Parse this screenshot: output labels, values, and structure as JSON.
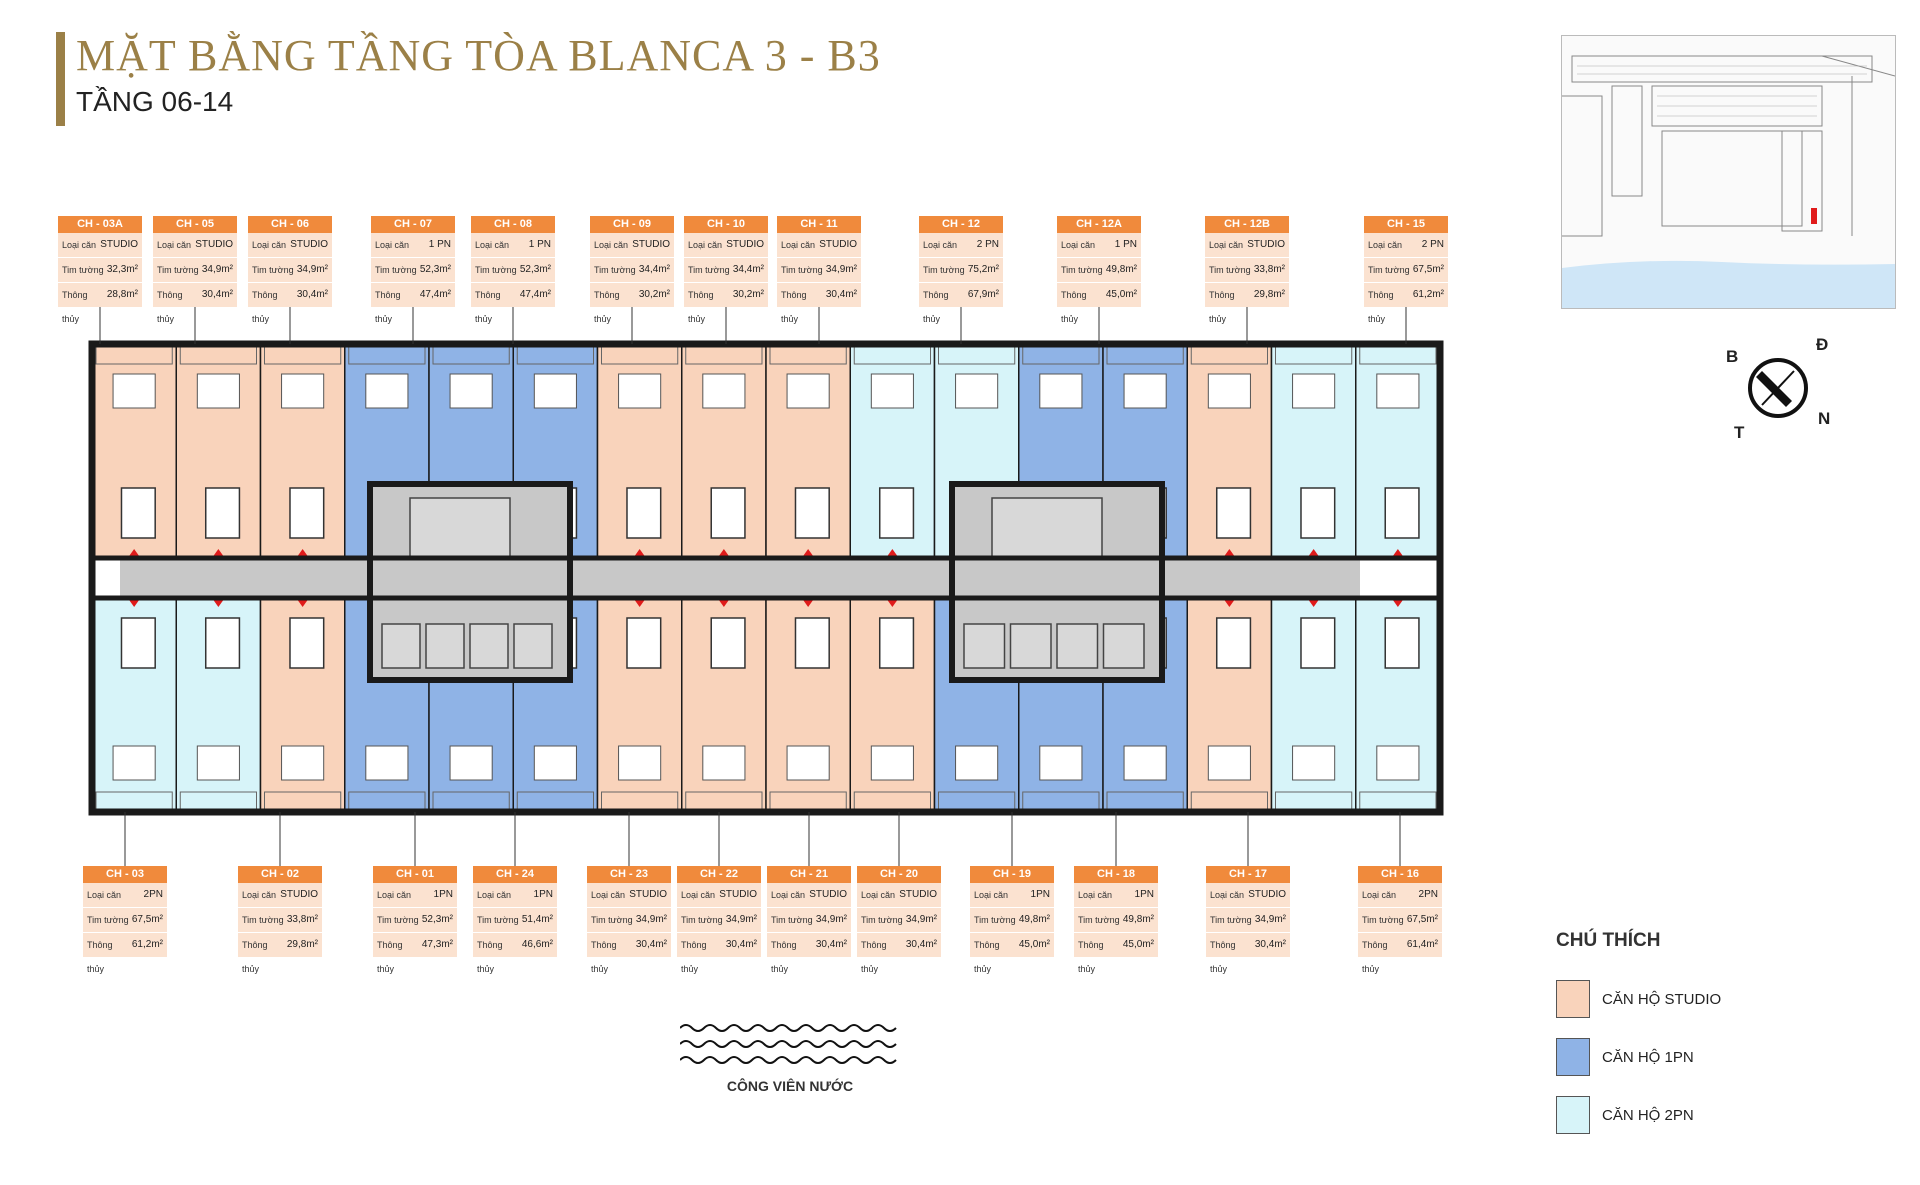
{
  "header": {
    "title": "MẶT BẰNG TẦNG TÒA BLANCA 3 - B3",
    "subtitle": "TẦNG 06-14"
  },
  "labels": {
    "loai_can": "Loại căn",
    "tim_tuong": "Tim tường",
    "thong_thuy": "Thông thủy"
  },
  "units_top": [
    {
      "code": "CH - 03A",
      "type": "STUDIO",
      "tim_tuong": "32,3m²",
      "thong_thuy": "28,8m²"
    },
    {
      "code": "CH - 05",
      "type": "STUDIO",
      "tim_tuong": "34,9m²",
      "thong_thuy": "30,4m²"
    },
    {
      "code": "CH - 06",
      "type": "STUDIO",
      "tim_tuong": "34,9m²",
      "thong_thuy": "30,4m²"
    },
    {
      "code": "CH - 07",
      "type": "1 PN",
      "tim_tuong": "52,3m²",
      "thong_thuy": "47,4m²"
    },
    {
      "code": "CH - 08",
      "type": "1 PN",
      "tim_tuong": "52,3m²",
      "thong_thuy": "47,4m²"
    },
    {
      "code": "CH - 09",
      "type": "STUDIO",
      "tim_tuong": "34,4m²",
      "thong_thuy": "30,2m²"
    },
    {
      "code": "CH - 10",
      "type": "STUDIO",
      "tim_tuong": "34,4m²",
      "thong_thuy": "30,2m²"
    },
    {
      "code": "CH - 11",
      "type": "STUDIO",
      "tim_tuong": "34,9m²",
      "thong_thuy": "30,4m²"
    },
    {
      "code": "CH - 12",
      "type": "2 PN",
      "tim_tuong": "75,2m²",
      "thong_thuy": "67,9m²"
    },
    {
      "code": "CH - 12A",
      "type": "1 PN",
      "tim_tuong": "49,8m²",
      "thong_thuy": "45,0m²"
    },
    {
      "code": "CH - 12B",
      "type": "STUDIO",
      "tim_tuong": "33,8m²",
      "thong_thuy": "29,8m²"
    },
    {
      "code": "CH - 15",
      "type": "2 PN",
      "tim_tuong": "67,5m²",
      "thong_thuy": "61,2m²"
    }
  ],
  "units_bottom": [
    {
      "code": "CH - 03",
      "type": "2PN",
      "tim_tuong": "67,5m²",
      "thong_thuy": "61,2m²"
    },
    {
      "code": "CH - 02",
      "type": "STUDIO",
      "tim_tuong": "33,8m²",
      "thong_thuy": "29,8m²"
    },
    {
      "code": "CH - 01",
      "type": "1PN",
      "tim_tuong": "52,3m²",
      "thong_thuy": "47,3m²"
    },
    {
      "code": "CH - 24",
      "type": "1PN",
      "tim_tuong": "51,4m²",
      "thong_thuy": "46,6m²"
    },
    {
      "code": "CH - 23",
      "type": "STUDIO",
      "tim_tuong": "34,9m²",
      "thong_thuy": "30,4m²"
    },
    {
      "code": "CH - 22",
      "type": "STUDIO",
      "tim_tuong": "34,9m²",
      "thong_thuy": "30,4m²"
    },
    {
      "code": "CH - 21",
      "type": "STUDIO",
      "tim_tuong": "34,9m²",
      "thong_thuy": "30,4m²"
    },
    {
      "code": "CH - 20",
      "type": "STUDIO",
      "tim_tuong": "34,9m²",
      "thong_thuy": "30,4m²"
    },
    {
      "code": "CH - 19",
      "type": "1PN",
      "tim_tuong": "49,8m²",
      "thong_thuy": "45,0m²"
    },
    {
      "code": "CH - 18",
      "type": "1PN",
      "tim_tuong": "49,8m²",
      "thong_thuy": "45,0m²"
    },
    {
      "code": "CH - 17",
      "type": "STUDIO",
      "tim_tuong": "34,9m²",
      "thong_thuy": "30,4m²"
    },
    {
      "code": "CH - 16",
      "type": "2PN",
      "tim_tuong": "67,5m²",
      "thong_thuy": "61,4m²"
    }
  ],
  "legend": {
    "title": "CHÚ THÍCH",
    "items": [
      {
        "label": "CĂN HỘ STUDIO",
        "color": "#f9d3bb"
      },
      {
        "label": "CĂN HỘ 1PN",
        "color": "#8fb3e6"
      },
      {
        "label": "CĂN HỘ 2PN",
        "color": "#d7f4f9"
      }
    ]
  },
  "park_label": "CÔNG VIÊN NƯỚC",
  "compass": {
    "n1": "B",
    "n2": "Đ",
    "n3": "T",
    "n4": "N"
  },
  "colors": {
    "studio": "#f9d3bb",
    "one_bed": "#8fb3e6",
    "two_bed": "#d7f4f9",
    "corridor": "#c8c8c8",
    "card_header": "#f08a3c",
    "card_body": "#fbe2d0",
    "title": "#9b8047",
    "wall": "#1a1a1a"
  },
  "plan": {
    "top_row_types": [
      "studio",
      "studio",
      "studio",
      "one_bed",
      "one_bed",
      "one_bed",
      "studio",
      "studio",
      "studio",
      "two_bed",
      "two_bed",
      "one_bed",
      "one_bed",
      "studio",
      "two_bed",
      "two_bed"
    ],
    "bottom_row_types": [
      "two_bed",
      "two_bed",
      "studio",
      "one_bed",
      "one_bed",
      "one_bed",
      "studio",
      "studio",
      "studio",
      "studio",
      "one_bed",
      "one_bed",
      "one_bed",
      "studio",
      "two_bed",
      "two_bed"
    ]
  }
}
